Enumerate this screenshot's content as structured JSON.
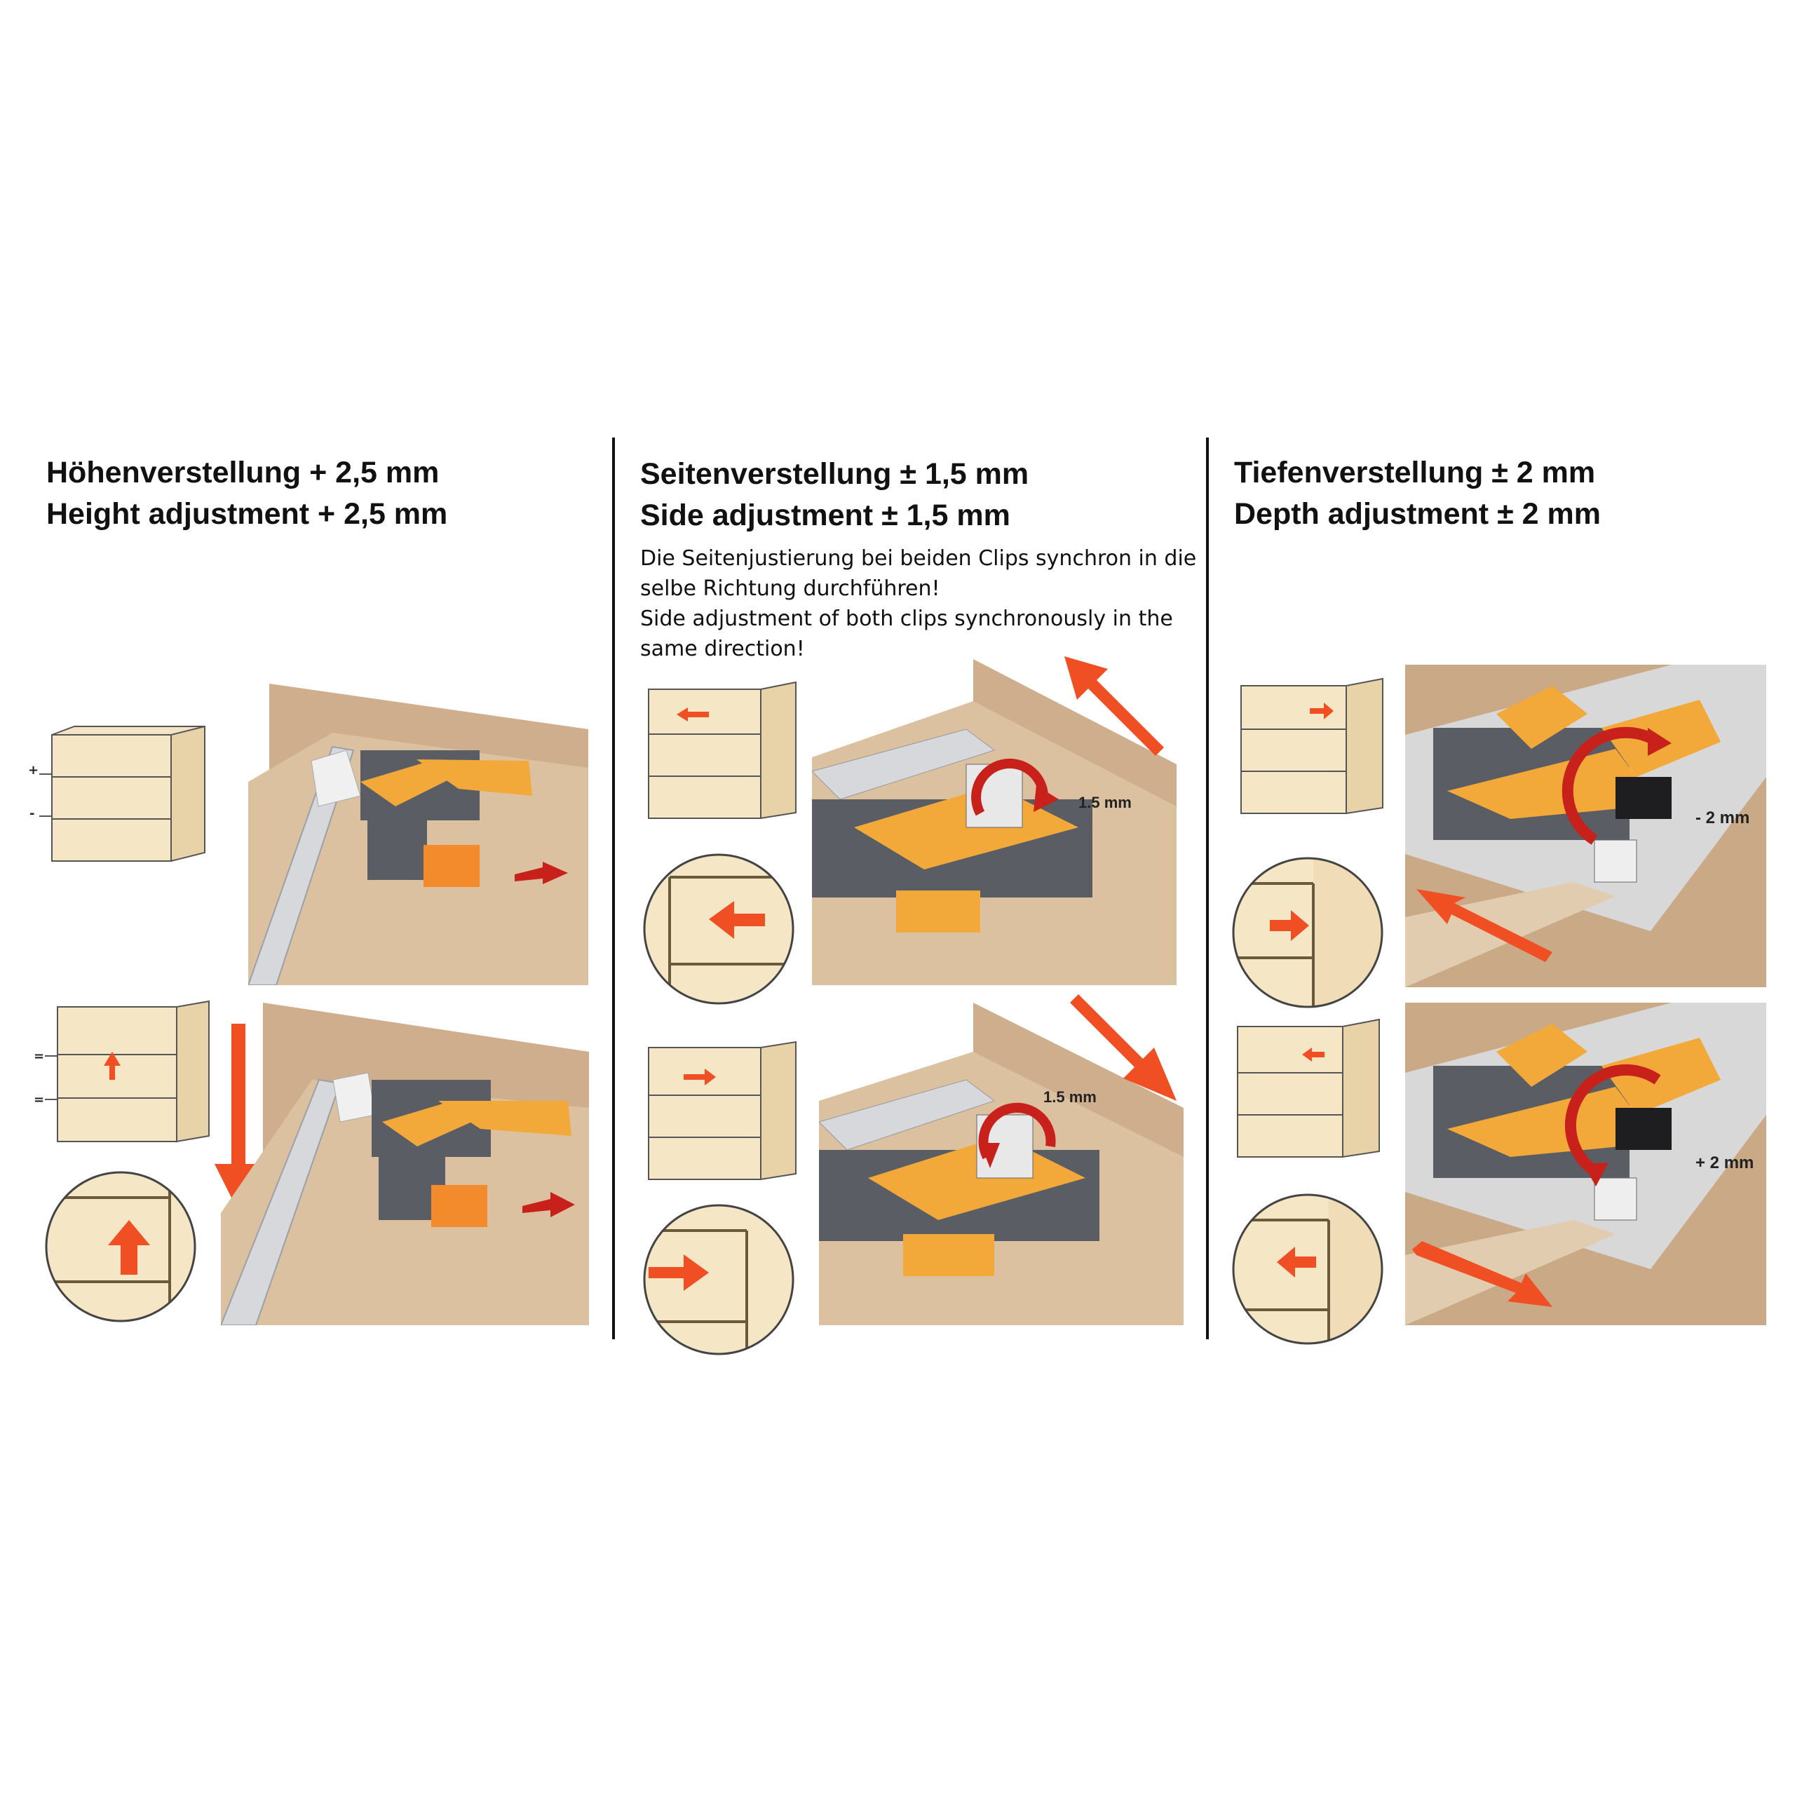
{
  "columns": [
    {
      "title_de": "Höhenverstellung + 2,5 mm",
      "title_en": "Height adjustment + 2,5 mm",
      "markers": {
        "plus": "+",
        "minus": "-",
        "equal_1": "=",
        "equal_2": "="
      }
    },
    {
      "title_de": "Seitenverstellung ± 1,5 mm",
      "title_en": "Side adjustment ± 1,5 mm",
      "note": [
        "Die Seitenjustierung bei beiden Clips synchron in die",
        "selbe Richtung durchführen!",
        "Side adjustment of both clips synchronously in the",
        "same direction!"
      ],
      "label_top": "1.5 mm",
      "label_bottom": "1.5 mm"
    },
    {
      "title_de": "Tiefenverstellung ± 2 mm",
      "title_en": "Depth adjustment ± 2 mm",
      "label_top": "- 2 mm",
      "label_bottom": "+ 2 mm"
    }
  ],
  "colors": {
    "wood_wall": "#cfae8e",
    "wood_floor": "#dcc1a0",
    "cabinet_front": "#f5e6c6",
    "cabinet_side": "#e8d2a8",
    "clip_orange": "#f3a93a",
    "clip_gray": "#5a5d63",
    "rail": "#d6d8db",
    "arrow_red": "#f04e23",
    "rotate_red": "#c8201a"
  }
}
